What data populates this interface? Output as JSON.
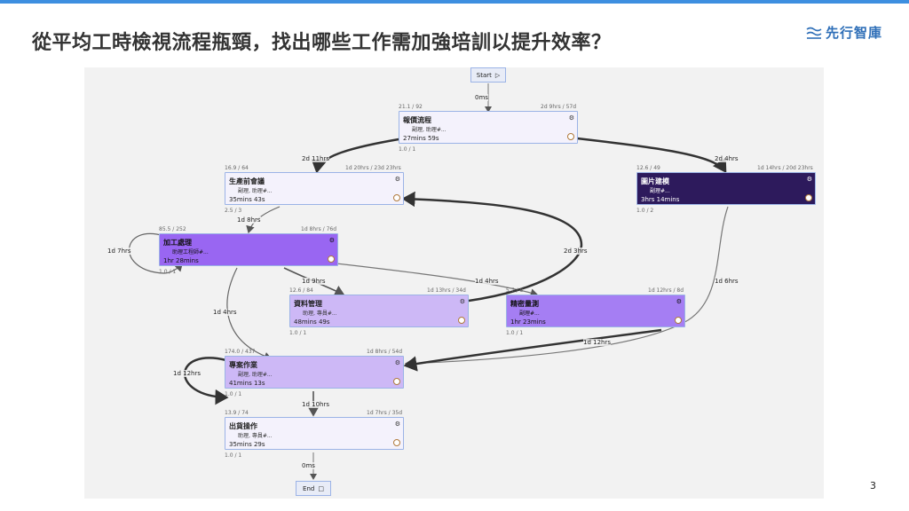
{
  "slide": {
    "title": "從平均工時檢視流程瓶頸，找出哪些工作需加強培訓以提升效率？",
    "logo_text": "先行智庫",
    "page_number": "3"
  },
  "terminals": {
    "start": "Start",
    "end": "End"
  },
  "nodes": {
    "baojia": {
      "name": "報價流程",
      "roles": "副理, 助理#...",
      "duration": "27mins 59s",
      "stats_left": "21.1 / 92",
      "stats_right": "2d 9hrs / 57d",
      "bottom": "1.0 / 1",
      "fill": "#f4f2fc"
    },
    "shengchan": {
      "name": "生產前會議",
      "roles": "副理, 助理#...",
      "duration": "35mins 43s",
      "stats_left": "16.9 / 64",
      "stats_right": "1d 20hrs / 23d 23hrs",
      "bottom": "2.5 / 3",
      "fill": "#f4f2fc"
    },
    "tupian": {
      "name": "圖片建模",
      "roles": "副理#...",
      "duration": "3hrs 14mins",
      "stats_left": "12.6 / 49",
      "stats_right": "1d 14hrs / 20d 23hrs",
      "bottom": "1.0 / 2",
      "fill": "#2d1a5c"
    },
    "jiagong": {
      "name": "加工處理",
      "roles": "助理工程師#...",
      "duration": "1hr 28mins",
      "stats_left": "85.5 / 252",
      "stats_right": "1d 8hrs / 76d",
      "bottom": "1.0 / 1",
      "fill": "#9966f2"
    },
    "ziliao": {
      "name": "資料管理",
      "roles": "助理, 專員#...",
      "duration": "48mins 49s",
      "stats_left": "12.6 / 84",
      "stats_right": "1d 13hrs / 34d",
      "bottom": "1.0 / 1",
      "fill": "#cdb8f6"
    },
    "jingmi": {
      "name": "精密量測",
      "roles": "副理#...",
      "duration": "1hr 23mins",
      "stats_left": "5.7 / 8",
      "stats_right": "1d 12hrs / 8d",
      "bottom": "1.0 / 1",
      "fill": "#a57ef3"
    },
    "zhuanan": {
      "name": "專案作業",
      "roles": "副理, 助理#...",
      "duration": "41mins 13s",
      "stats_left": "174.0 / 437",
      "stats_right": "1d 8hrs / 54d",
      "bottom": "1.0 / 1",
      "fill": "#cdb8f6"
    },
    "chuhuo": {
      "name": "出貨操作",
      "roles": "助理, 專員#...",
      "duration": "35mins 29s",
      "stats_left": "13.9 / 74",
      "stats_right": "1d 7hrs / 35d",
      "bottom": "1.0 / 1",
      "fill": "#f4f2fc"
    }
  },
  "edges": {
    "start_baojia": "0ms",
    "baojia_shengchan": "2d 11hrs",
    "baojia_tupian": "2d 4hrs",
    "shengchan_jiagong": "1d 8hrs",
    "jiagong_loop": "1d 7hrs",
    "jiagong_ziliao": "1d 9hrs",
    "jiagong_jingmi": "1d 4hrs",
    "ziliao_shengchan": "2d 3hrs",
    "tupian_zhuanan": "1d 6hrs",
    "jiagong_zhuanan": "1d 4hrs",
    "jingmi_zhuanan": "1d 12hrs",
    "zhuanan_loop": "1d 12hrs",
    "zhuanan_chuhuo": "1d 10hrs",
    "chuhuo_end": "0ms"
  }
}
